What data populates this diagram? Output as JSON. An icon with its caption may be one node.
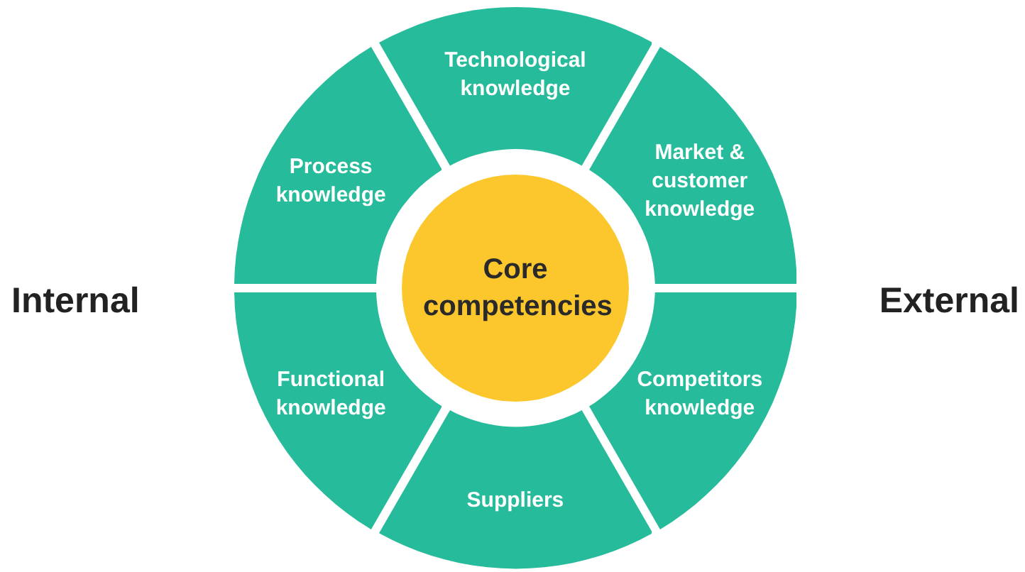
{
  "diagram": {
    "nodes": [
      {
        "text": [
          "Technological knowledge"
        ]
      },
      {
        "text": [
          "Process knowledge"
        ]
      },
      {
        "text": [
          "Market & customer knowledge"
        ]
      },
      {
        "text": [
          "Core competencies"
        ]
      },
      {
        "text": [
          "Functional knowledge"
        ]
      },
      {
        "text": [
          "Competitors knowledge"
        ]
      },
      {
        "text": [
          "Suppliers"
        ]
      }
    ],
    "labels": [
      "Internal",
      "External"
    ]
  }
}
